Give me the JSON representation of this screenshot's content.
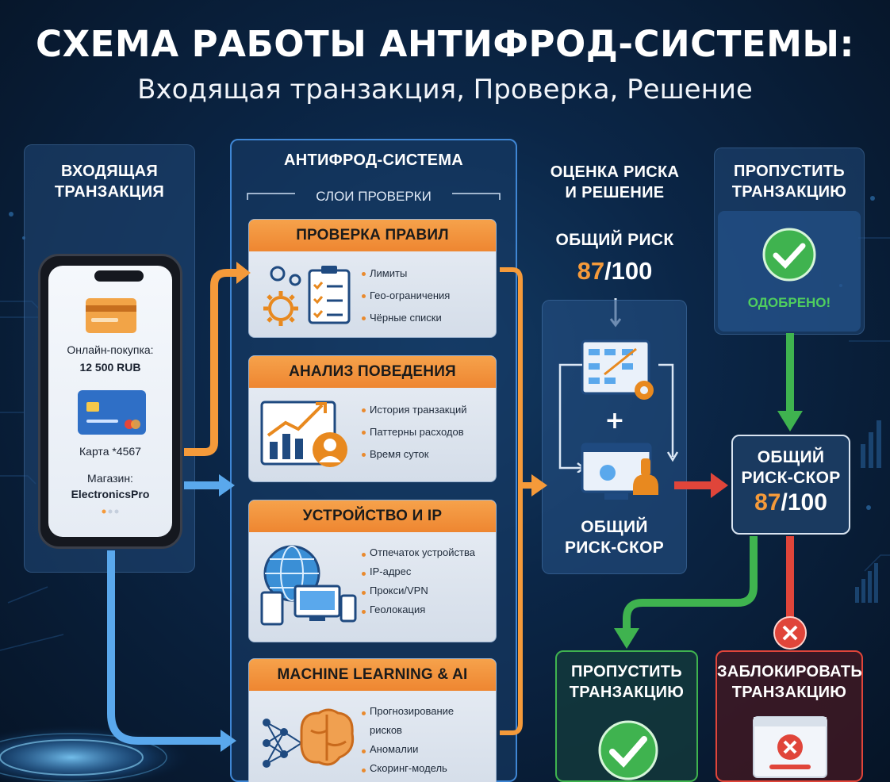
{
  "title": "СХЕМА РАБОТЫ АНТИФРОД-СИСТЕМЫ:",
  "subtitle": "Входящая транзакция, Проверка, Решение",
  "incoming": {
    "header_line1": "ВХОДЯЩАЯ",
    "header_line2": "ТРАНЗАКЦИЯ",
    "purchase_label": "Онлайн-покупка:",
    "amount": "12 500 RUB",
    "card": "Карта *4567",
    "shop_label": "Магазин:",
    "shop_name": "ElectronicsPro"
  },
  "antifraud": {
    "header": "АНТИФРОД-СИСТЕМА",
    "layers_label": "СЛОИ ПРОВЕРКИ",
    "layers": [
      {
        "title": "ПРОВЕРКА ПРАВИЛ",
        "icon": "gears-checklist-icon",
        "items": [
          "Лимиты",
          "Гео-ограничения",
          "Чёрные списки"
        ]
      },
      {
        "title": "АНАЛИЗ ПОВЕДЕНИЯ",
        "icon": "growth-chart-user-icon",
        "items": [
          "История транзакций",
          "Паттерны расходов",
          "Время суток"
        ]
      },
      {
        "title": "УСТРОЙСТВО И IP",
        "icon": "globe-devices-icon",
        "items": [
          "Отпечаток устройства",
          "IP-адрес",
          "Прокси/VPN",
          "Геолокация"
        ]
      },
      {
        "title": "MACHINE LEARNING & AI",
        "icon": "brain-network-icon",
        "items": [
          "Прогнозирование рисков",
          "Аномалии",
          "Скоринг-модель"
        ]
      }
    ]
  },
  "risk": {
    "header_line1": "ОЦЕНКА РИСКА",
    "header_line2": "И РЕШЕНИЕ",
    "total_label": "ОБЩИЙ РИСК",
    "score_value": "87",
    "score_max": "/100",
    "plus": "+",
    "footer_line1": "ОБЩИЙ",
    "footer_line2": "РИСК-СКОР"
  },
  "approve_top": {
    "header_line1": "ПРОПУСТИТЬ",
    "header_line2": "ТРАНЗАКЦИЮ",
    "status": "ОДОБРЕНО!"
  },
  "score_box": {
    "line1": "ОБЩИЙ",
    "line2": "РИСК-СКОР",
    "value": "87",
    "max": "/100"
  },
  "approve_bottom": {
    "line1": "ПРОПУСТИТЬ",
    "line2": "ТРАНЗАКЦИЮ"
  },
  "block": {
    "line1": "ЗАБЛОКИРОВАТЬ",
    "line2": "ТРАНЗАКЦИЮ"
  },
  "colors": {
    "accent_orange": "#f59a3a",
    "approve_green": "#3fb34f",
    "block_red": "#e0453a",
    "flow_blue": "#5aa8ec"
  }
}
